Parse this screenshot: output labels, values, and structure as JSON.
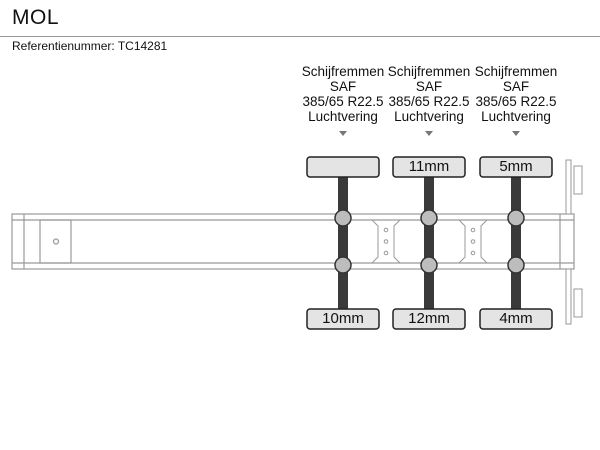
{
  "header": {
    "title": "MOL",
    "reference": "Referentienummer: TC14281"
  },
  "axles": [
    {
      "brake": "Schijfremmen",
      "brand": "SAF",
      "tire_size": "385/65 R22.5",
      "suspension": "Luchtvering",
      "top_tread": "",
      "bottom_tread": "10mm"
    },
    {
      "brake": "Schijfremmen",
      "brand": "SAF",
      "tire_size": "385/65 R22.5",
      "suspension": "Luchtvering",
      "top_tread": "11mm",
      "bottom_tread": "12mm"
    },
    {
      "brake": "Schijfremmen",
      "brand": "SAF",
      "tire_size": "385/65 R22.5",
      "suspension": "Luchtvering",
      "top_tread": "5mm",
      "bottom_tread": "4mm"
    }
  ],
  "colors": {
    "frame_stroke": "#999999",
    "axle": "#3a3a3a",
    "tire_fill": "#e4e4e4",
    "hub_fill": "#bdbdbd"
  }
}
